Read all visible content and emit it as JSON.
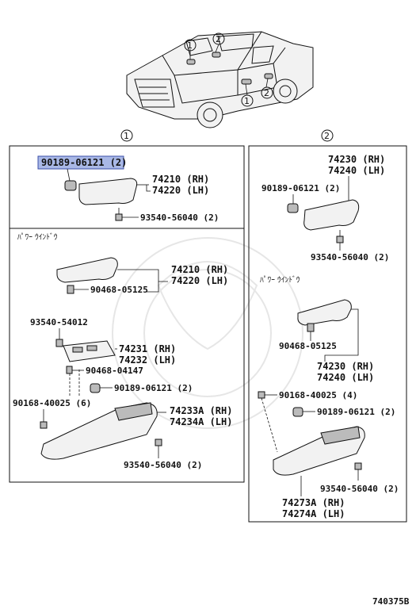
{
  "callouts": {
    "one": "1",
    "two": "2"
  },
  "panel_left": {
    "highlighted_part": "90189-06121 (2)",
    "parts_top": {
      "a": "74210 (RH)",
      "b": "74220 (LH)",
      "screw": "93540-56040 (2)"
    },
    "section_label": "ﾊﾟﾜｰ ｳｲﾝﾄﾞｳ",
    "handle": {
      "a": "74210 (RH)",
      "b": "74220 (LH)",
      "clip": "90468-05125"
    },
    "switch_screw": "93540-54012",
    "switch_base": {
      "a": "74231 (RH)",
      "b": "74232 (LH)"
    },
    "switch_clip": "90468-04147",
    "armrest_clip": "90189-06121 (2)",
    "armrest_screw": "90168-40025 (6)",
    "armrest": {
      "a": "74233A (RH)",
      "b": "74234A (LH)"
    },
    "armrest_bottom_screw": "93540-56040 (2)"
  },
  "panel_right": {
    "parts_top": {
      "a": "74230 (RH)",
      "b": "74240 (LH)"
    },
    "clip_top": "90189-06121 (2)",
    "screw_top": "93540-56040 (2)",
    "section_label": "ﾊﾟﾜｰ ｳｲﾝﾄﾞｳ",
    "clip_mid": "90468-05125",
    "handle": {
      "a": "74230 (RH)",
      "b": "74240 (LH)"
    },
    "armrest_screw": "90168-40025 (4)",
    "armrest_clip": "90189-06121 (2)",
    "armrest_bottom_screw": "93540-56040 (2)",
    "armrest": {
      "a": "74273A (RH)",
      "b": "74274A (LH)"
    }
  },
  "figure_code": "740375B"
}
